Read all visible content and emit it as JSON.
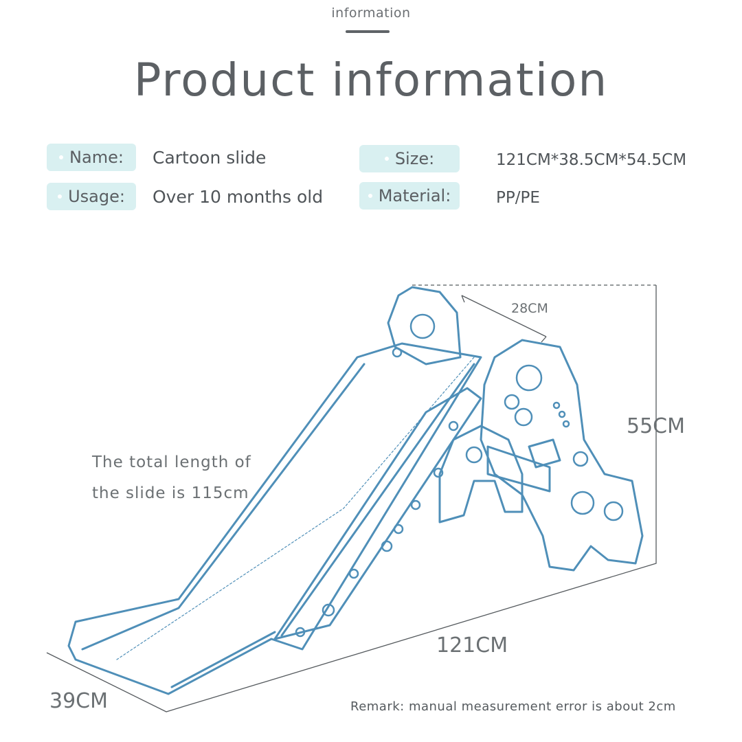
{
  "header": {
    "eyebrow": "information",
    "title": "Product information"
  },
  "specs": {
    "name_label": "Name:",
    "name_value": "Cartoon slide",
    "usage_label": "Usage:",
    "usage_value": "Over 10 months old",
    "size_label": "Size:",
    "size_value": "121CM*38.5CM*54.5CM",
    "material_label": "Material:",
    "material_value": "PP/PE"
  },
  "diagram": {
    "depth_top": "28CM",
    "height": "55CM",
    "length": "121CM",
    "width": "39CM",
    "note_line1": "The total length of",
    "note_line2": "the slide is 115cm"
  },
  "remark": "Remark: manual measurement error is about 2cm",
  "colors": {
    "pill_bg": "#d9f0f1",
    "outline": "#4f8fb8",
    "text": "#555a5e"
  }
}
